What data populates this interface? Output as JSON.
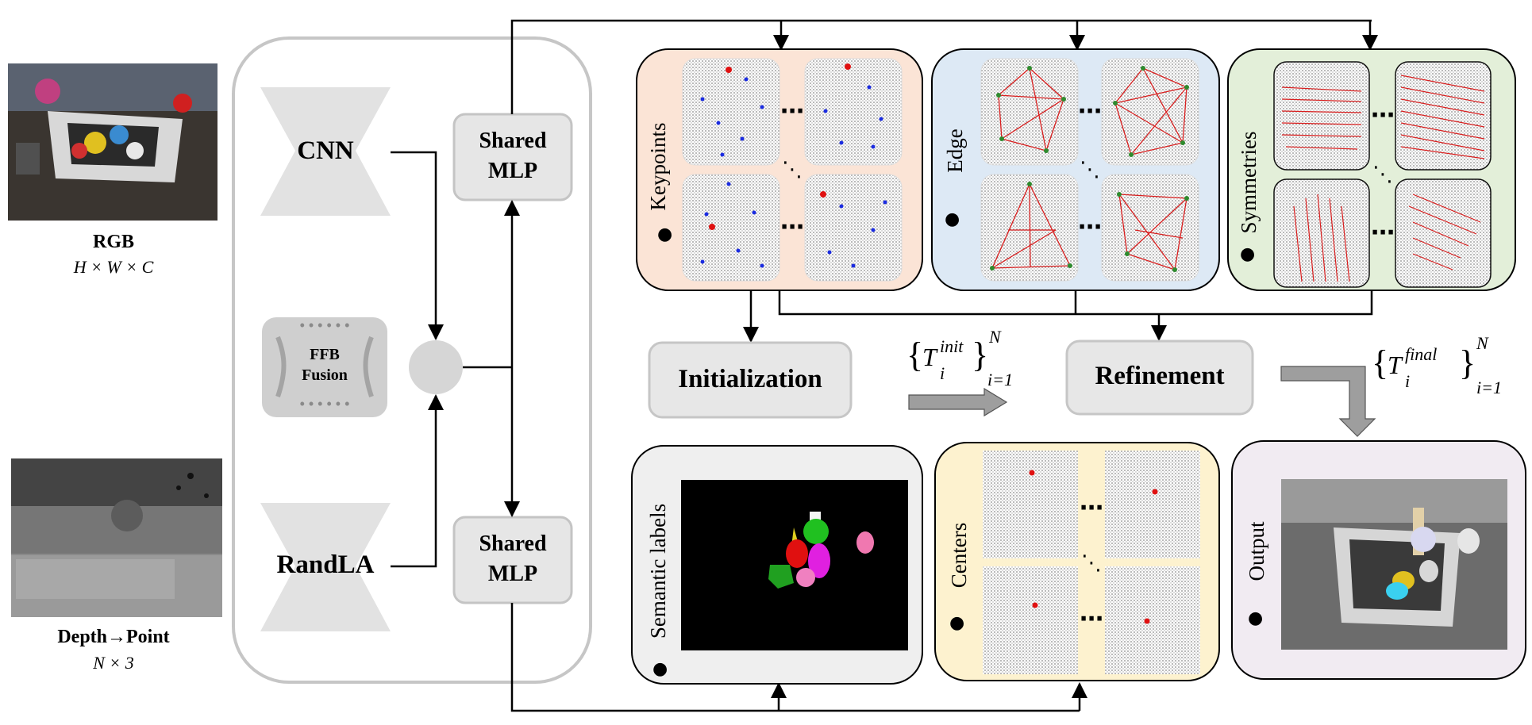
{
  "inputs": {
    "rgb_label": "RGB",
    "rgb_dims": "H × W × C",
    "depth_label": "Depth→Point",
    "depth_dims": "N × 3"
  },
  "encoder": {
    "cnn_label": "CNN",
    "ffb_label_line1": "FFB",
    "ffb_label_line2": "Fusion",
    "randla_label": "RandLA",
    "shared_mlp_top_line1": "Shared",
    "shared_mlp_top_line2": "MLP",
    "shared_mlp_bottom_line1": "Shared",
    "shared_mlp_bottom_line2": "MLP"
  },
  "panels": {
    "keypoints": {
      "title": "Keypoints",
      "bg": "#fbe4d6"
    },
    "edge": {
      "title": "Edge",
      "bg": "#dde9f5"
    },
    "symmetries": {
      "title": "Symmetries",
      "bg": "#e3efd9"
    },
    "semantic": {
      "title": "Semantic labels",
      "bg": "#efefef"
    },
    "centers": {
      "title": "Centers",
      "bg": "#fdf2cf"
    },
    "output": {
      "title": "Output",
      "bg": "#f1ebf2"
    }
  },
  "stages": {
    "initialization": "Initialization",
    "refinement": "Refinement",
    "t_init_base": "T",
    "t_init_sup": "init",
    "t_init_sub": "i",
    "t_init_range_sub": "i=1",
    "t_init_range_sup": "N",
    "t_final_base": "T",
    "t_final_sup": "final",
    "t_final_sub": "i",
    "t_final_range_sub": "i=1",
    "t_final_range_sup": "N"
  },
  "ellipsis": "⋯",
  "diag_ellipsis": "⋱",
  "bullet": "●",
  "colors": {
    "block_gray": "#e4e4e4",
    "block_border": "#c4c4c4",
    "arrow": "#000000",
    "keypoint_dot": "#1a2be0",
    "keypoint_red": "#e01010",
    "edge_line": "#d81f1f",
    "edge_node": "#2e8b2e"
  }
}
